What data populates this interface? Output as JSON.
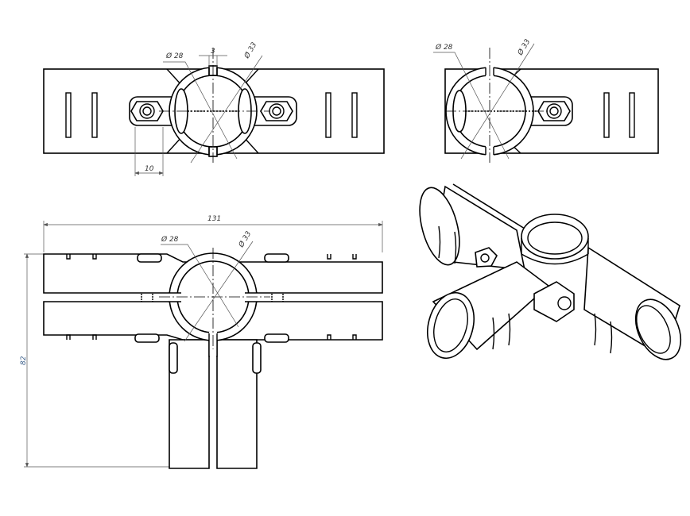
{
  "drawing": {
    "top_left_view": {
      "dia_inner": "Ø 28",
      "gap": "3",
      "dia_outer": "Ø 33",
      "nut_offset": "10"
    },
    "top_right_view": {
      "dia_inner": "Ø 28",
      "dia_outer": "Ø 33"
    },
    "front_view": {
      "width": "131",
      "height": "82",
      "dia_inner": "Ø 28",
      "dia_outer": "Ø 33"
    }
  }
}
